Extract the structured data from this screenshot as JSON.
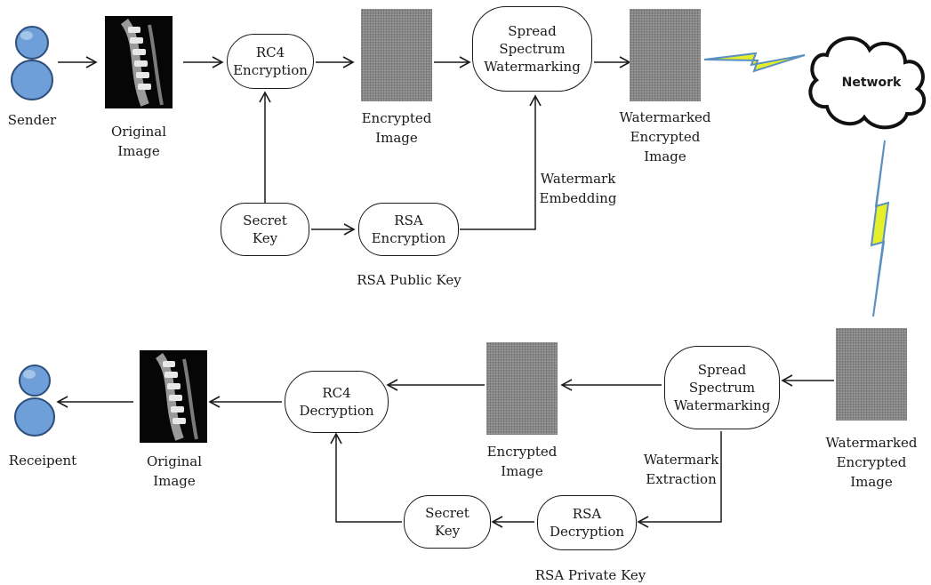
{
  "top": {
    "sender": "Sender",
    "original_image": [
      "Original",
      "Image"
    ],
    "rc4_encryption": [
      "RC4",
      "Encryption"
    ],
    "encrypted_image": [
      "Encrypted",
      "Image"
    ],
    "spread_spectrum": [
      "Spread",
      "Spectrum",
      "Watermarking"
    ],
    "watermarked_encrypted_image": [
      "Watermarked",
      "Encrypted",
      "Image"
    ],
    "secret_key": [
      "Secret",
      "Key"
    ],
    "rsa_encryption": [
      "RSA",
      "Encryption"
    ],
    "rsa_public_key": "RSA Public Key",
    "watermark_embedding": [
      "Watermark",
      "Embedding"
    ]
  },
  "network": "Network",
  "bottom": {
    "receipent": "Receipent",
    "original_image": [
      "Original",
      "Image"
    ],
    "rc4_decryption": [
      "RC4",
      "Decryption"
    ],
    "encrypted_image": [
      "Encrypted",
      "Image"
    ],
    "spread_spectrum": [
      "Spread",
      "Spectrum",
      "Watermarking"
    ],
    "watermarked_encrypted_image": [
      "Watermarked",
      "Encrypted",
      "Image"
    ],
    "secret_key": [
      "Secret",
      "Key"
    ],
    "rsa_decryption": [
      "RSA",
      "Decryption"
    ],
    "rsa_private_key": "RSA Private Key",
    "watermark_extraction": [
      "Watermark",
      "Extraction"
    ]
  },
  "colors": {
    "person_fill": "#6f9fd8",
    "person_stroke": "#2d4f7c",
    "lightning": "#e6f02a",
    "noise_gray": "#8c8c8c",
    "line": "#1a1a1a"
  }
}
